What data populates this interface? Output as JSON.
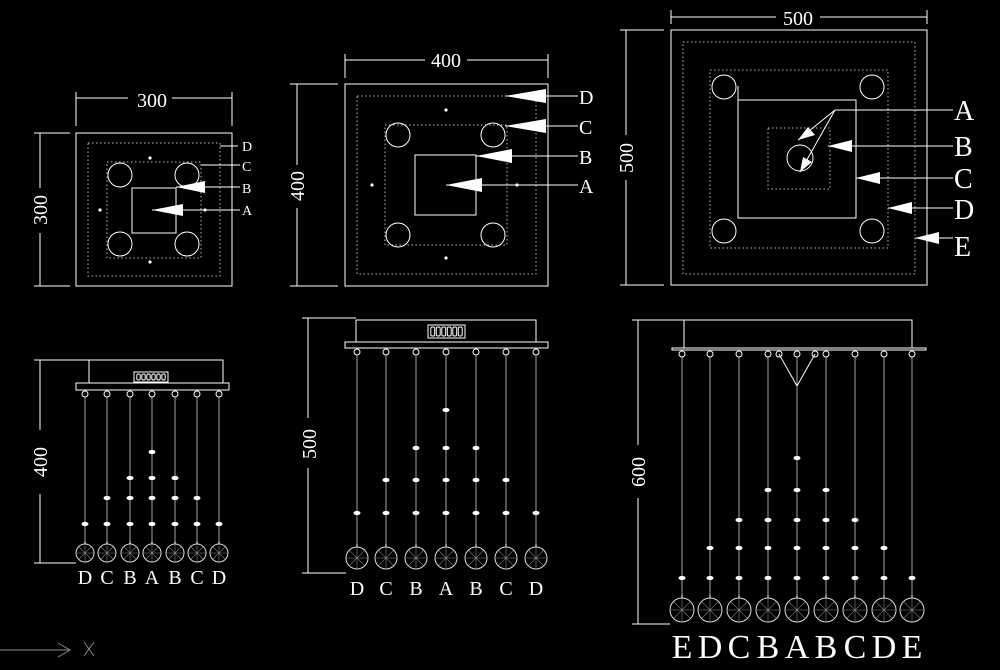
{
  "colors": {
    "background": "#000000",
    "line": "#ffffff",
    "grey": "#8a8a8a"
  },
  "plans": [
    {
      "width_dim": "300",
      "height_dim": "300",
      "labels": [
        "D",
        "C",
        "B",
        "A"
      ]
    },
    {
      "width_dim": "400",
      "height_dim": "400",
      "labels": [
        "D",
        "C",
        "B",
        "A"
      ]
    },
    {
      "width_dim": "500",
      "height_dim": "500",
      "labels": [
        "A",
        "B",
        "C",
        "D",
        "E"
      ]
    }
  ],
  "elevations": [
    {
      "height_dim": "400",
      "labels": [
        "D",
        "C",
        "B",
        "A",
        "B",
        "C",
        "D"
      ]
    },
    {
      "height_dim": "500",
      "labels": [
        "D",
        "C",
        "B",
        "A",
        "B",
        "C",
        "D"
      ]
    },
    {
      "height_dim": "600",
      "labels": [
        "E",
        "D",
        "C",
        "B",
        "A",
        "B",
        "C",
        "D",
        "E"
      ]
    }
  ]
}
